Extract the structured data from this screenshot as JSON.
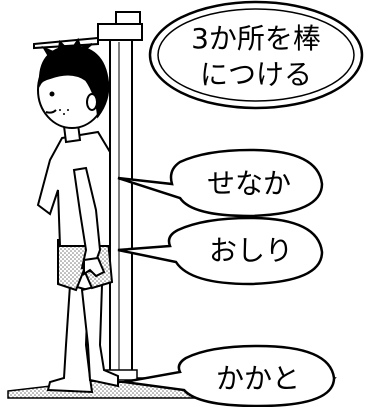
{
  "callouts": {
    "title_line1": "3か所を棒",
    "title_line2": "につける",
    "back": "せなか",
    "buttocks": "おしり",
    "heels": "かかと"
  },
  "colors": {
    "ink": "#000000",
    "paper": "#ffffff",
    "stipple": "#9a9a9a"
  }
}
